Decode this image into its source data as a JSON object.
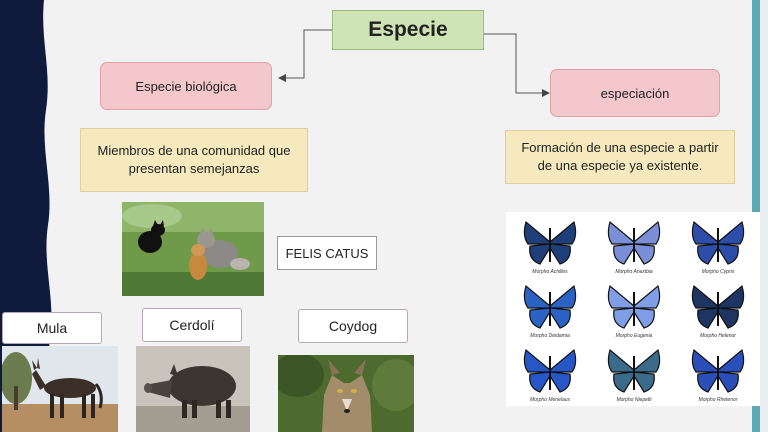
{
  "diagram": {
    "title": "Especie",
    "branches": [
      {
        "label": "Especie biológica",
        "definition": "Miembros de una comunidad que presentan semejanzas"
      },
      {
        "label": "especiación",
        "definition": "Formación de una especie a partir de una especie ya existente."
      }
    ],
    "example_label": "FELIS CATUS",
    "hybrids": [
      "Mula",
      "Cerdolí",
      "Coydog"
    ]
  },
  "butterflies": [
    {
      "name": "Morpho Achilles",
      "color": "#1f3f7a"
    },
    {
      "name": "Morpho Anaxibia",
      "color": "#7b8fd6"
    },
    {
      "name": "Morpho Cypris",
      "color": "#2c4ea8"
    },
    {
      "name": "Morpho Deidamia",
      "color": "#2b63c4"
    },
    {
      "name": "Morpho Eugenia",
      "color": "#7f9ee6"
    },
    {
      "name": "Morpho Helenor",
      "color": "#1e3462"
    },
    {
      "name": "Morpho Menelaus",
      "color": "#2757c7"
    },
    {
      "name": "Morpho Niepelti",
      "color": "#3a6b8a"
    },
    {
      "name": "Morpho Rhetenor",
      "color": "#2a4fb8"
    }
  ],
  "colors": {
    "title_fill": "#cfe4b5",
    "branch_fill": "#f3c7cb",
    "definition_fill": "#f5e9bd",
    "left_band": "#0f1a3d",
    "right_bar": "#5aa9b5"
  }
}
